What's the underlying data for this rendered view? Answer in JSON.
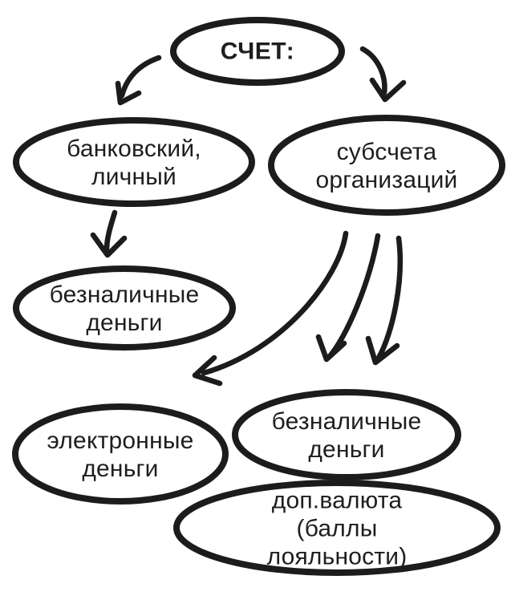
{
  "colors": {
    "background": "#ffffff",
    "stroke": "#1c1c1c",
    "text": "#1e1e1e"
  },
  "nodes": {
    "account": {
      "label": "СЧЕТ:"
    },
    "bank_personal": {
      "label": "банковский,\nличный"
    },
    "org_subaccounts": {
      "label": "субсчета\nорганизаций"
    },
    "noncash_left": {
      "label": "безналичные\nденьги"
    },
    "electronic_money": {
      "label": "электронные\nденьги"
    },
    "noncash_right": {
      "label": "безналичные\nденьги"
    },
    "extra_currency": {
      "label": "доп.валюта\n(баллы лояльности)"
    }
  },
  "edges": [
    {
      "from": "account",
      "to": "bank_personal"
    },
    {
      "from": "account",
      "to": "org_subaccounts"
    },
    {
      "from": "bank_personal",
      "to": "noncash_left"
    },
    {
      "from": "org_subaccounts",
      "to": "electronic_money"
    },
    {
      "from": "org_subaccounts",
      "to": "noncash_right"
    },
    {
      "from": "org_subaccounts",
      "to": "extra_currency"
    }
  ]
}
